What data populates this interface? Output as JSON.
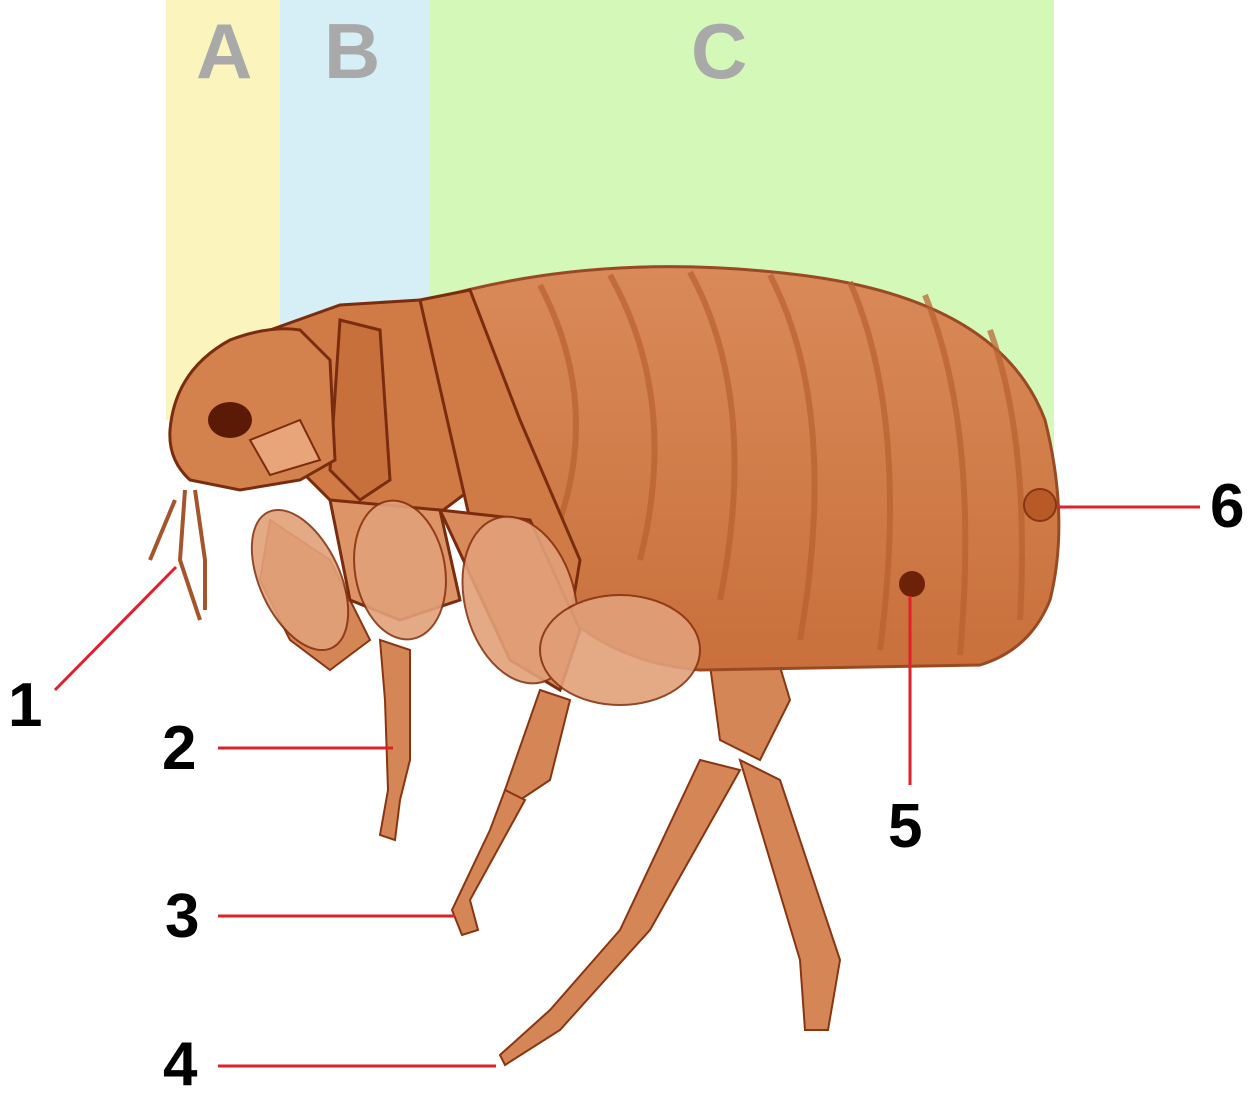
{
  "regions": [
    {
      "letter": "A",
      "color": "#fbf5bd"
    },
    {
      "letter": "B",
      "color": "#d6eef6"
    },
    {
      "letter": "C",
      "color": "#d4f8b8"
    }
  ],
  "callouts": [
    "1",
    "2",
    "3",
    "4",
    "5",
    "6"
  ],
  "colors": {
    "leader_line": "#e0202a",
    "flea_body": "#d9824c",
    "flea_dark": "#8a3512",
    "letter": "#a9a9a9",
    "number": "#000000"
  },
  "icons": {
    "specimen": "flea-illustration"
  }
}
